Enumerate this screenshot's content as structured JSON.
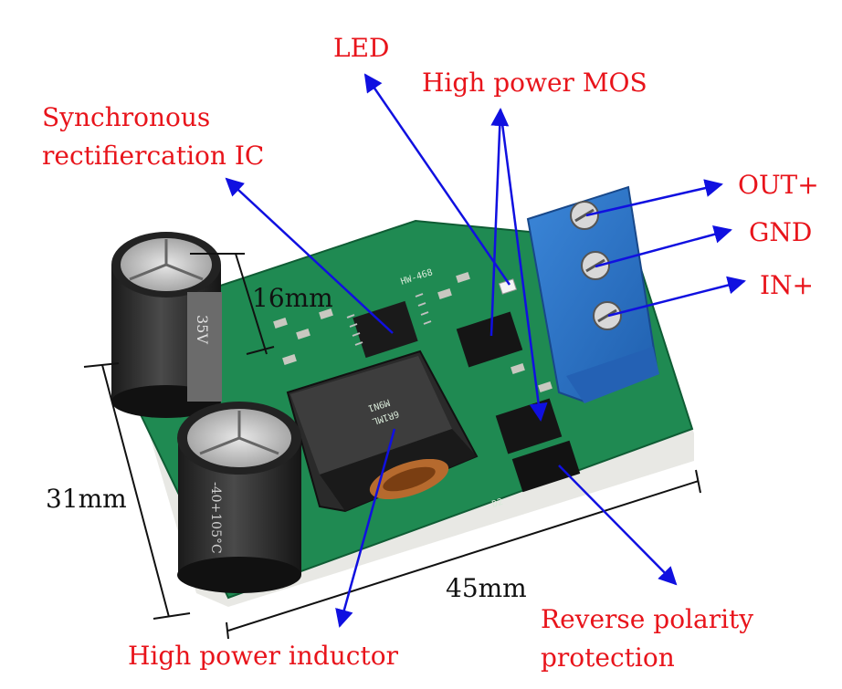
{
  "labels": {
    "led": "LED",
    "high_power_mos": "High power MOS",
    "sync_ic_line1": "Synchronous",
    "sync_ic_line2": "rectifiercation IC",
    "out_plus": "OUT+",
    "gnd": "GND",
    "in_plus": "IN+",
    "high_power_inductor": "High power inductor",
    "reverse_line1": "Reverse polarity",
    "reverse_line2": "protection"
  },
  "dimensions": {
    "height_cap": "16mm",
    "width_board": "31mm",
    "length_board": "45mm"
  },
  "silkscreen": {
    "board_id": "HW-468",
    "inductor_code_1": "6R1ML",
    "inductor_code_2": "M9N1",
    "cap_voltage": "35V",
    "cap_temp": "-40+105°C",
    "diode_ref": "D2"
  },
  "colors": {
    "label_red": "#e8141b",
    "arrow_blue": "#1010e0",
    "pcb_green": "#1f8a52",
    "terminal_blue": "#2a72c8",
    "dimension_black": "#111111"
  }
}
